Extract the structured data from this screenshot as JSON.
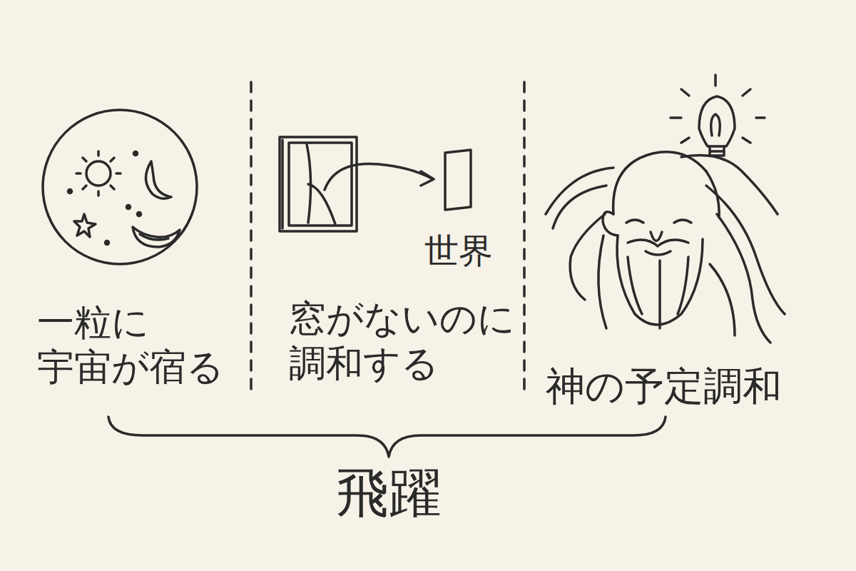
{
  "diagram": {
    "labels": [
      "一粒に 宇宙が宿る",
      "世界",
      "窓がないのに 調和する",
      "神の予定調和",
      "飛躍"
    ]
  }
}
